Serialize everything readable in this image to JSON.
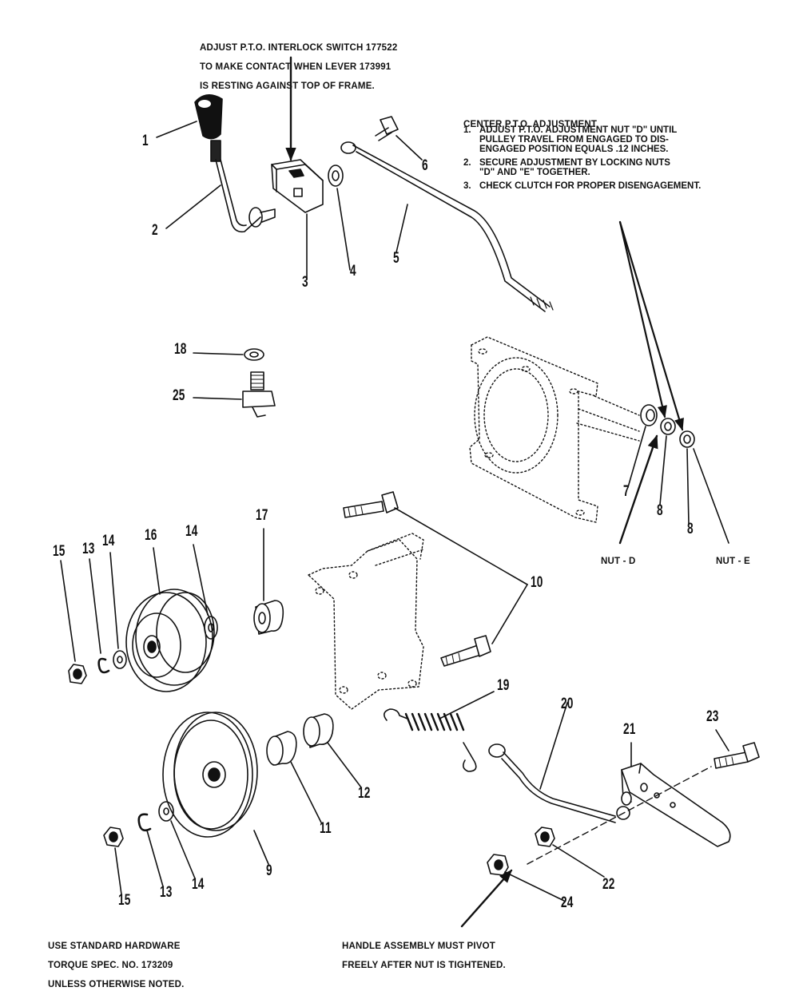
{
  "notes": {
    "interlock": [
      "ADJUST P.T.O. INTERLOCK SWITCH 177522",
      "TO MAKE CONTACT WHEN LEVER 173991",
      "IS RESTING AGAINST TOP OF FRAME."
    ],
    "center_title": "CENTER P.T.O. ADJUSTMENT",
    "center_steps": [
      {
        "n": "1.",
        "text": "ADJUST P.T.O. ADJUSTMENT NUT \"D\" UNTIL\nPULLEY TRAVEL FROM ENGAGED TO DIS-\nENGAGED POSITION EQUALS .12 INCHES."
      },
      {
        "n": "2.",
        "text": "SECURE ADJUSTMENT BY LOCKING NUTS\n\"D\" AND \"E\" TOGETHER."
      },
      {
        "n": "3.",
        "text": "CHECK CLUTCH FOR PROPER DISENGAGEMENT."
      }
    ],
    "hardware": [
      "USE STANDARD HARDWARE",
      "TORQUE SPEC. NO. 173209",
      "UNLESS OTHERWISE NOTED."
    ],
    "handle": [
      "HANDLE ASSEMBLY MUST PIVOT",
      "FREELY AFTER NUT IS TIGHTENED."
    ]
  },
  "nut_labels": {
    "d": "NUT - D",
    "e": "NUT - E"
  },
  "callouts": {
    "c1": "1",
    "c2": "2",
    "c3": "3",
    "c4": "4",
    "c5": "5",
    "c6": "6",
    "c7": "7",
    "c8a": "8",
    "c8b": "8",
    "c9": "9",
    "c10": "10",
    "c11": "11",
    "c12": "12",
    "c13a": "13",
    "c13b": "13",
    "c14a": "14",
    "c14b": "14",
    "c14c": "14",
    "c15a": "15",
    "c15b": "15",
    "c16": "16",
    "c17": "17",
    "c18": "18",
    "c19": "19",
    "c20": "20",
    "c21": "21",
    "c22": "22",
    "c23": "23",
    "c24": "24",
    "c25": "25"
  }
}
